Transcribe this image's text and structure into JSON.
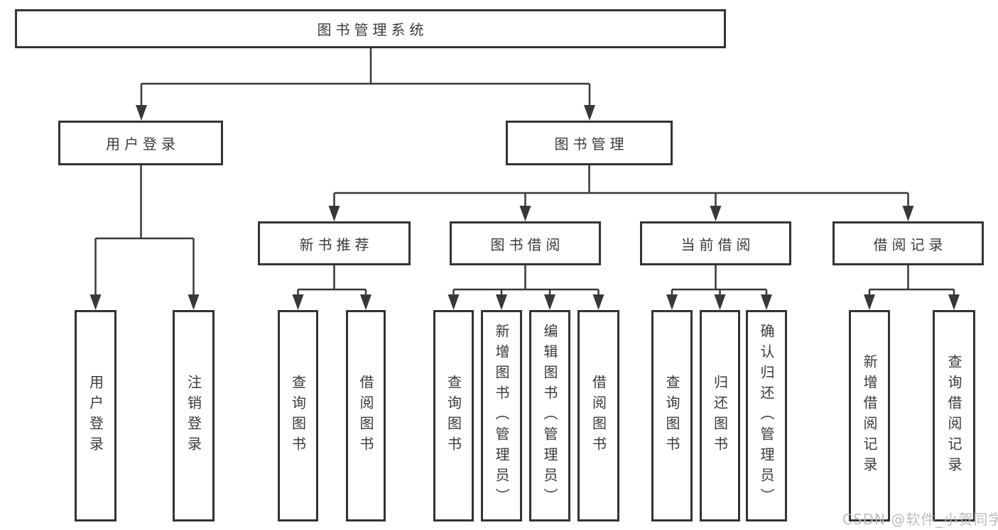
{
  "tree": {
    "label": "图书管理系统",
    "children": [
      {
        "label": "用户登录",
        "children": [
          {
            "label": "用户登录"
          },
          {
            "label": "注销登录"
          }
        ]
      },
      {
        "label": "图书管理",
        "children": [
          {
            "label": "新书推荐",
            "children": [
              {
                "label": "查询图书"
              },
              {
                "label": "借阅图书"
              }
            ]
          },
          {
            "label": "图书借阅",
            "children": [
              {
                "label": "查询图书"
              },
              {
                "label": "新增图书（管理员）"
              },
              {
                "label": "编辑图书（管理员）"
              },
              {
                "label": "借阅图书"
              }
            ]
          },
          {
            "label": "当前借阅",
            "children": [
              {
                "label": "查询图书"
              },
              {
                "label": "归还图书"
              },
              {
                "label": "确认归还（管理员）"
              }
            ]
          },
          {
            "label": "借阅记录",
            "children": [
              {
                "label": "新增借阅记录"
              },
              {
                "label": "查询借阅记录"
              }
            ]
          }
        ]
      }
    ]
  },
  "watermark": "CSDN @软件_小贺同学",
  "colors": {
    "line": "#383838",
    "box_border": "#333333",
    "text": "#3a3a3a",
    "background": "#ffffff",
    "watermark": "#b9b9b9"
  }
}
